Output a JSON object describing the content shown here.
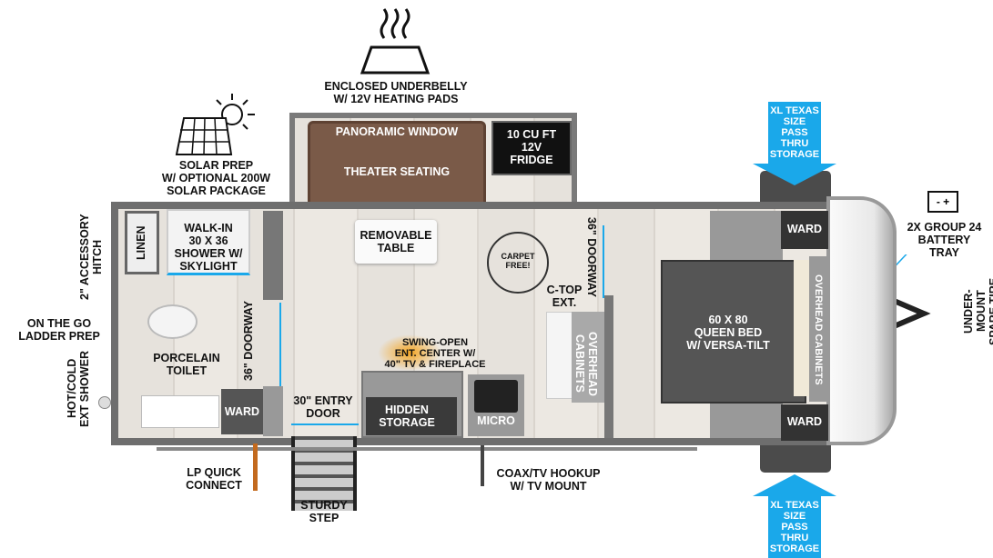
{
  "labels": {
    "underbelly": "ENCLOSED UNDERBELLY\nW/ 12V HEATING PADS",
    "solar": "SOLAR PREP\nW/ OPTIONAL 200W\nSOLAR PACKAGE",
    "panoramic_window": "PANORAMIC WINDOW",
    "theater_seating": "THEATER SEATING",
    "fridge": "10 CU FT\n12V\nFRIDGE",
    "pass_thru_top": "XL TEXAS SIZE\nPASS THRU\nSTORAGE",
    "pass_thru_bottom": "XL TEXAS SIZE\nPASS THRU\nSTORAGE",
    "accessory_hitch": "2\" ACCESSORY\nHITCH",
    "linen": "LINEN",
    "shower": "WALK-IN\n30 X 36\nSHOWER W/\nSKYLIGHT",
    "removable_table": "REMOVABLE\nTABLE",
    "carpet_free": "CARPET FREE!",
    "doorway_front": "36\" DOORWAY",
    "ward_top": "WARD",
    "battery": "2X GROUP 24\nBATTERY\nTRAY",
    "ladder": "ON THE GO\nLADDER PREP",
    "toilet": "PORCELAIN\nTOILET",
    "doorway_bath": "36\" DOORWAY",
    "ctop": "C-TOP\nEXT.",
    "overhead_kitchen": "OVERHEAD\nCABINETS",
    "queen_bed": "60 X  80\nQUEEN BED\nW/ VERSA-TILT",
    "overhead_bed": "OVERHEAD CABINETS",
    "spare_tire": "UNDER-MOUNT\nSPARE TIRE",
    "ext_shower": "HOT/COLD\nEXT SHOWER",
    "swing_open": "SWING-OPEN\nENT. CENTER W/\n40\" TV & FIREPLACE",
    "ward_bath": "WARD",
    "entry_door": "30\" ENTRY\nDOOR",
    "hidden_storage": "HIDDEN\nSTORAGE",
    "micro": "MICRO",
    "ward_bottom": "WARD",
    "lp": "LP QUICK\nCONNECT",
    "step": "STURDY\nSTEP",
    "coax": "COAX/TV HOOKUP\nW/ TV MOUNT",
    "battery_symbol": "-  +"
  },
  "colors": {
    "accent": "#1aa8ea",
    "sofa": "#7a5a48",
    "wall": "#6e6e6e",
    "bed": "#555555"
  },
  "icons": [
    "heat-icon",
    "solar-panel-icon",
    "battery-icon",
    "carpet-free-icon"
  ]
}
